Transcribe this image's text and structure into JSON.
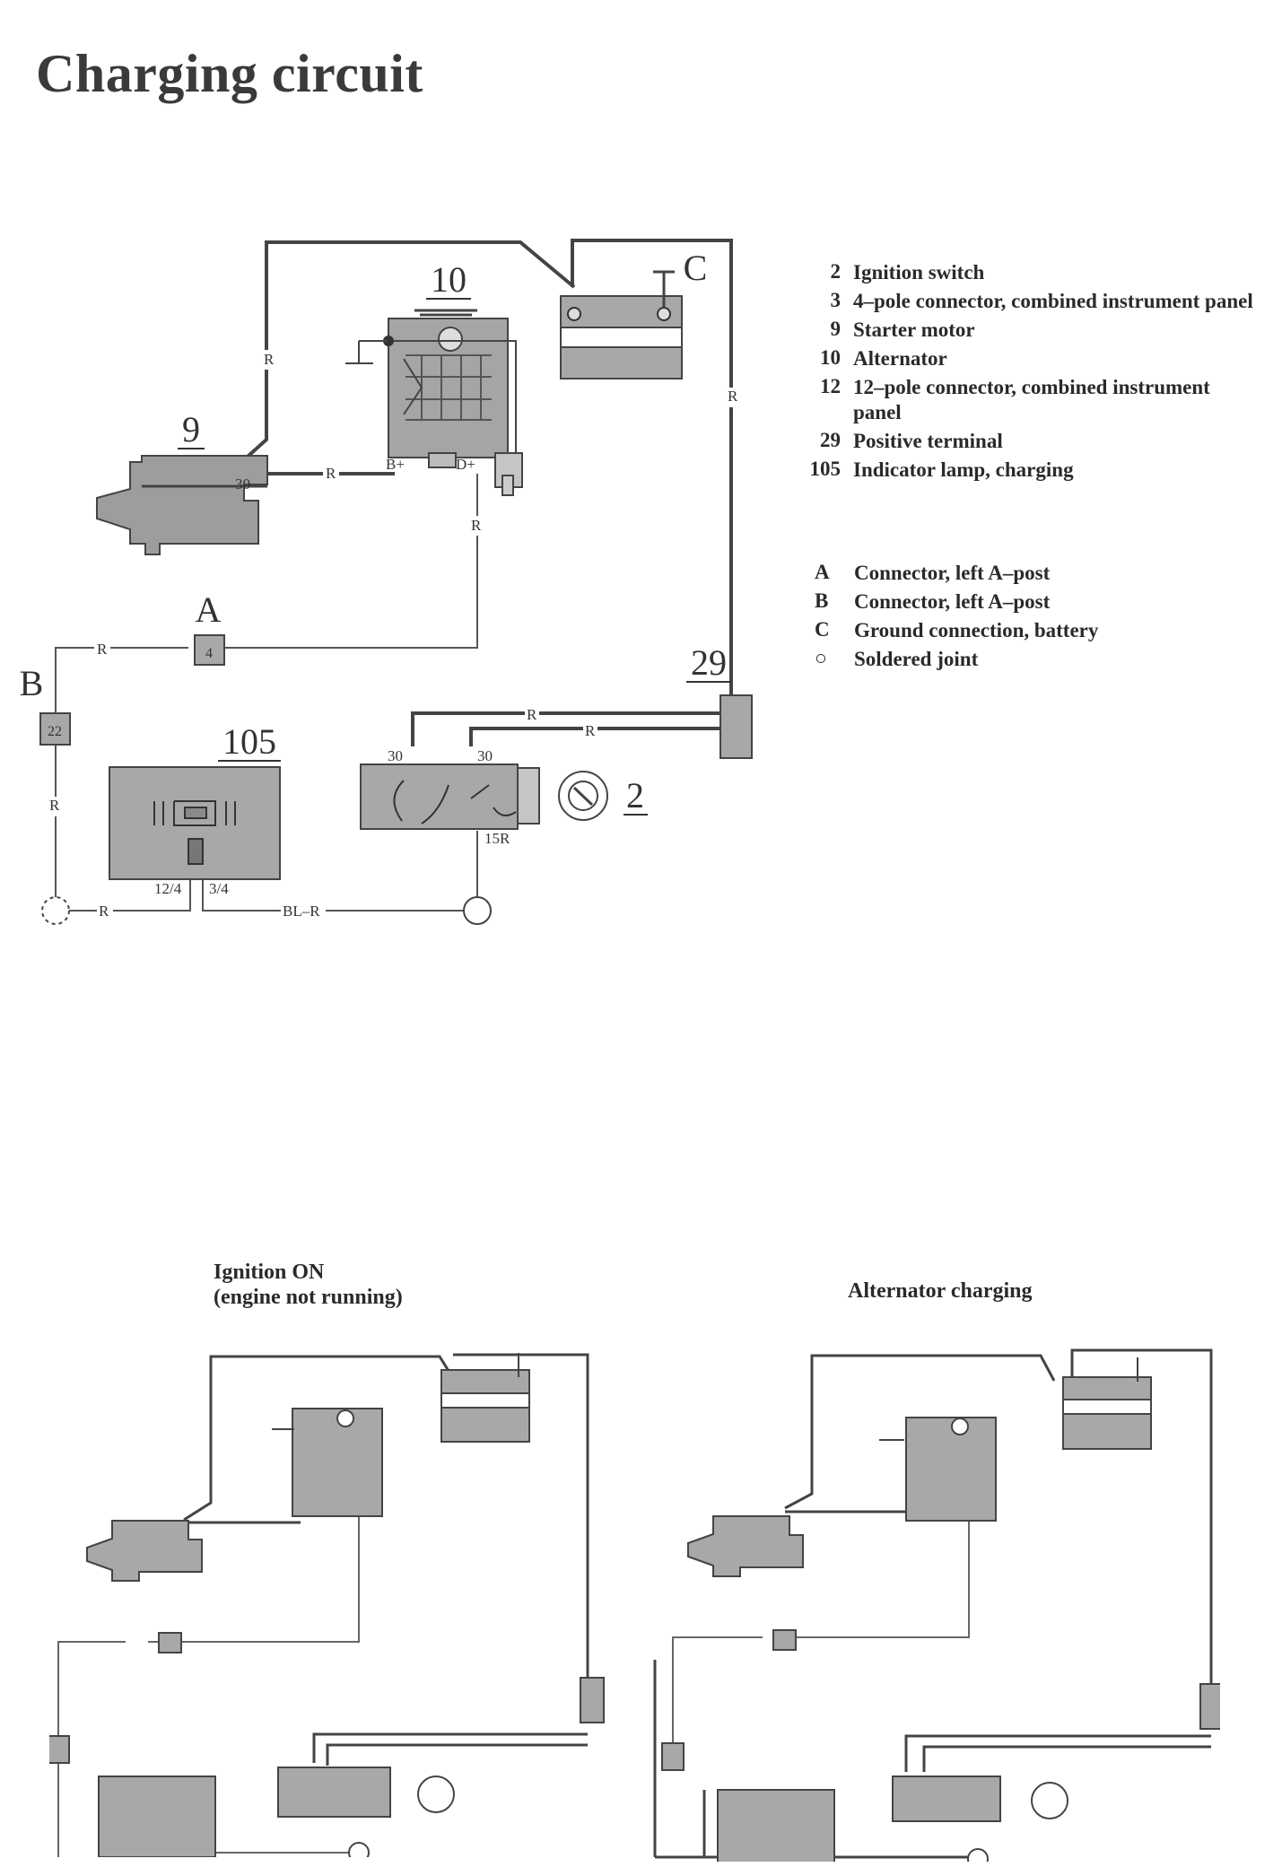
{
  "title": "Charging circuit",
  "labels": {
    "comp_9": "9",
    "comp_10": "10",
    "comp_105": "105",
    "comp_29": "29",
    "comp_2": "2",
    "conn_a": "A",
    "conn_b": "B",
    "conn_c": "C",
    "conn_a_pin": "4",
    "conn_b_pin": "22",
    "wire_r": "R",
    "wire_blr": "BL–R",
    "term_30": "30",
    "term_bplus": "B+",
    "term_dplus": "D+",
    "term_15r": "15R",
    "pin_12_4": "12/4",
    "pin_3_4": "3/4"
  },
  "legend_components": [
    {
      "key": "2",
      "text": "Ignition switch"
    },
    {
      "key": "3",
      "text": "4–pole connector, combined instrument panel"
    },
    {
      "key": "9",
      "text": "Starter motor"
    },
    {
      "key": "10",
      "text": "Alternator"
    },
    {
      "key": "12",
      "text": "12–pole connector, combined instrument panel"
    },
    {
      "key": "29",
      "text": "Positive terminal"
    },
    {
      "key": "105",
      "text": "Indicator lamp, charging"
    }
  ],
  "legend_connectors": [
    {
      "key": "A",
      "text": "Connector, left A–post"
    },
    {
      "key": "B",
      "text": "Connector, left A–post"
    },
    {
      "key": "C",
      "text": "Ground connection, battery"
    },
    {
      "key": "○",
      "text": "Soldered joint"
    }
  ],
  "captions": {
    "ignition_on": "Ignition ON",
    "ignition_on_sub": "(engine not running)",
    "alternator_charging": "Alternator charging"
  }
}
